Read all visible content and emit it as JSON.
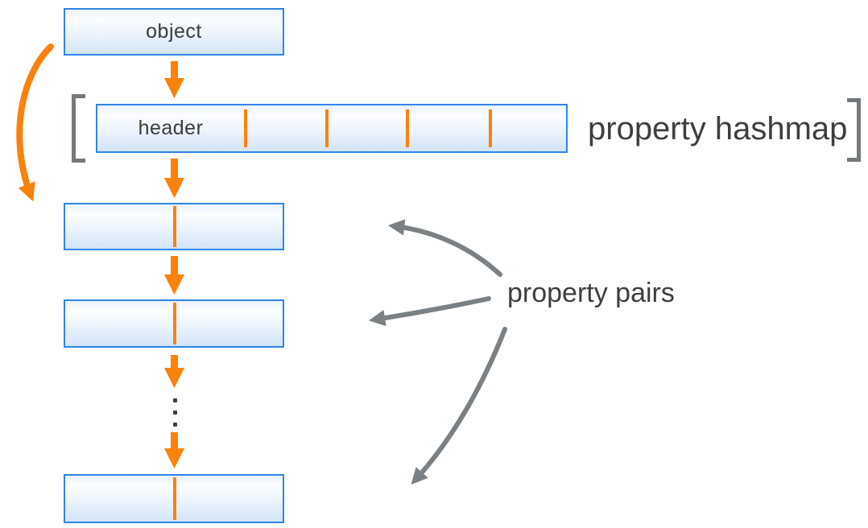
{
  "title": "object property storage diagram",
  "labels": {
    "object": "object",
    "header": "header",
    "hashmap": "property hashmap",
    "pairs": "property pairs"
  },
  "structure": {
    "hashmap_cells": 5,
    "hashmap_dividers": 4,
    "pair_boxes": 3,
    "ellipsis_dots": 3,
    "orange_arrows": 6,
    "gray_arrows": 3
  },
  "colors": {
    "accent_orange": "#F8820E",
    "box_border_blue": "#2F86E6",
    "box_fill_top": "#FBFDFF",
    "box_fill_bottom": "#D2E4F8",
    "bracket_gray": "#74787B",
    "arrow_gray": "#7A8083",
    "text": "#3E3E3E"
  }
}
